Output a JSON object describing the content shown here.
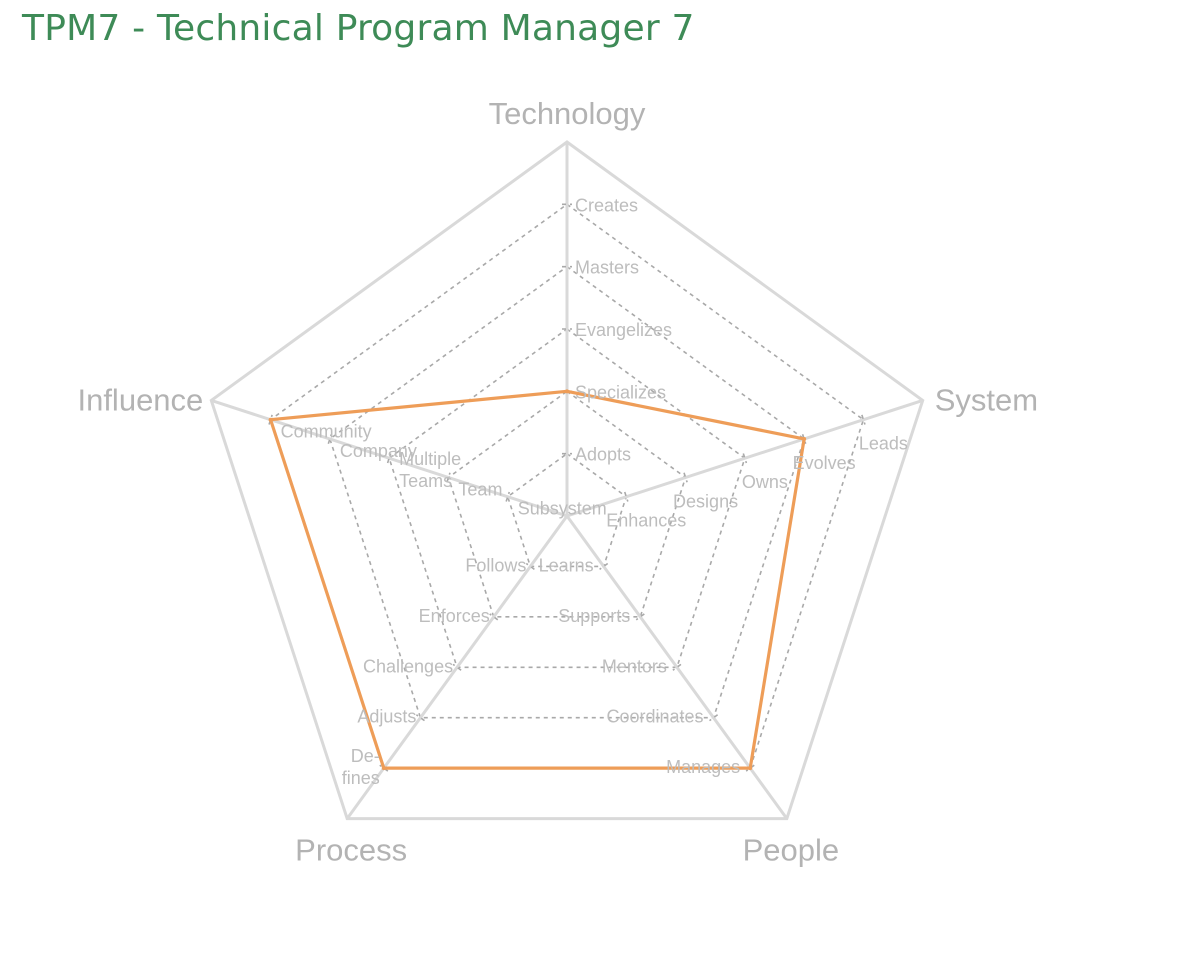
{
  "page": {
    "title": "TPM7 - Technical Program Manager 7"
  },
  "chart_data": {
    "type": "radar",
    "levels": 6,
    "axes": [
      {
        "name": "Technology",
        "level_labels": [
          "Adopts",
          "Specializes",
          "Evangelizes",
          "Masters",
          "Creates"
        ]
      },
      {
        "name": "System",
        "level_labels": [
          "Enhances",
          "Designs",
          "Owns",
          "Evolves",
          "Leads"
        ]
      },
      {
        "name": "People",
        "level_labels": [
          "Learns",
          "Supports",
          "Mentors",
          "Coordinates",
          "Manages"
        ]
      },
      {
        "name": "Process",
        "level_labels": [
          "Follows",
          "Enforces",
          "Challenges",
          "Adjusts",
          "De-\nfines"
        ]
      },
      {
        "name": "Influence",
        "level_labels": [
          "Subsystem",
          "Team",
          "Multiple\nTeams",
          "Company",
          "Community"
        ]
      }
    ],
    "series": [
      {
        "values": [
          2,
          4,
          5,
          5,
          5
        ],
        "color": "#ee9d58"
      }
    ],
    "colors": {
      "title": "#3e8b57",
      "series": "#ee9d58",
      "grid": "#d9d9d9",
      "rings": "#a9a9a9",
      "labels": "#b3b3b3"
    }
  }
}
